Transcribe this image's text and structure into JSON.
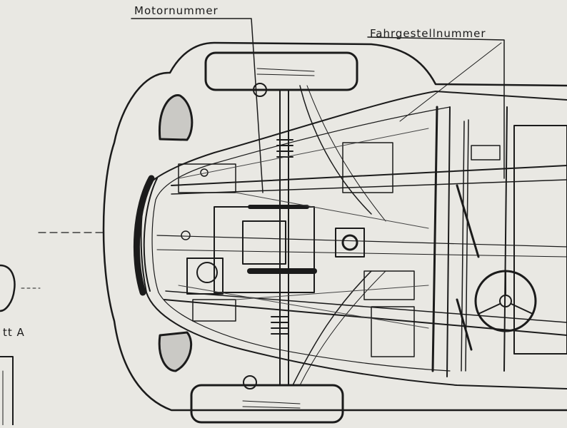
{
  "labels": {
    "motor_number": "Motornummer",
    "chassis_number": "Fahrgestellnummer",
    "section_ref": "tt A"
  },
  "colors": {
    "paper": "#e9e8e3",
    "ink": "#1b1b1b",
    "ink_light": "#444444"
  }
}
